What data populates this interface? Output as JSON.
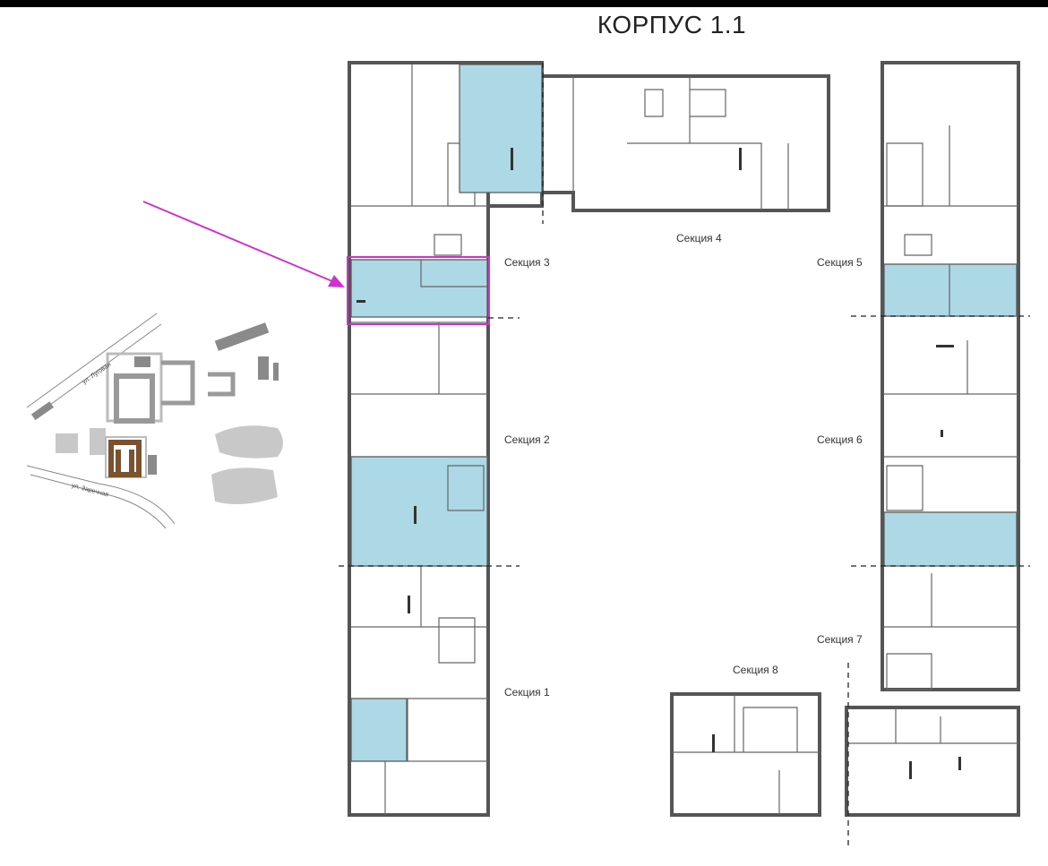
{
  "title": "КОРПУС 1.1",
  "sections": {
    "s1": "Секция 1",
    "s2": "Секция 2",
    "s3": "Секция 3",
    "s4": "Секция 4",
    "s5": "Секция 5",
    "s6": "Секция 6",
    "s7": "Секция 7",
    "s8": "Секция 8"
  },
  "streets": {
    "a": "ул. Луговая",
    "b": "ул. Заречная"
  },
  "colors": {
    "unit_fill": "#add8e6",
    "highlight": "#cc33cc",
    "building_marker": "#7a5230",
    "site_gray": "#9a9a9a"
  }
}
